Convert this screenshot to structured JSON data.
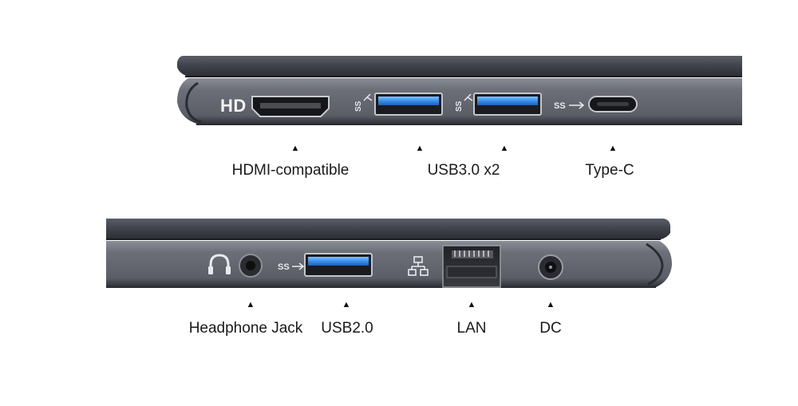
{
  "top_panel": {
    "hd_mark": "HD",
    "usb_mark": "SS",
    "typec_mark": "SS",
    "labels": {
      "hdmi": "HDMI-compatible",
      "usb30": "USB3.0 x2",
      "typec": "Type-C"
    }
  },
  "bottom_panel": {
    "usb_mark": "SS",
    "labels": {
      "headphone": "Headphone Jack",
      "usb20": "USB2.0",
      "lan": "LAN",
      "dc": "DC"
    }
  },
  "arrow_glyph": "▲",
  "colors": {
    "chassis_dark": "#3b3d44",
    "chassis_mid": "#6b6e77",
    "port_blue": "#3a8ee8"
  },
  "icons": [
    "hdmi-port-icon",
    "usb-superspeed-icon",
    "usb-port-icon",
    "type-c-port-icon",
    "headphone-icon",
    "lan-icon",
    "dc-jack-icon"
  ]
}
